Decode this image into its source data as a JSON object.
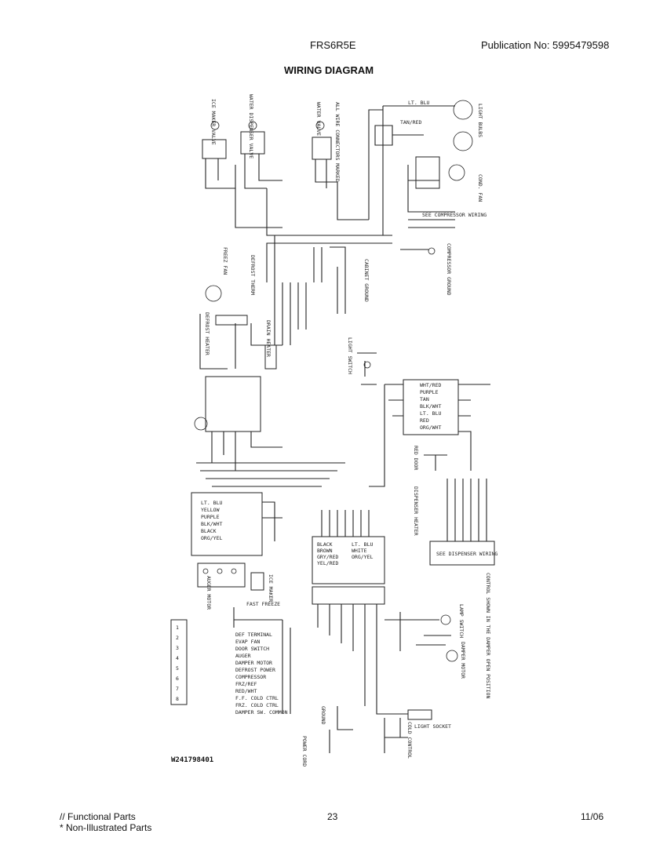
{
  "header": {
    "model": "FRS6R5E",
    "publication": "Publication No:  5995479598",
    "title": "WIRING DIAGRAM"
  },
  "diagram": {
    "drawing_number": "W241798401",
    "labels": {
      "ice_maker_valve": "ICE MAKER VALVE",
      "water_dispenser_valve": "WATER DISPENSER VALVE",
      "water_valve": "WATER VALVE",
      "connectors_note": "ALL WIRE CONNECTORS MARKED",
      "light_blu": "LT. BLU",
      "tan_red": "TAN/RED",
      "light_bulbs": "LIGHT BULBS",
      "cond_fan": "COND. FAN",
      "see_compressor_wiring": "SEE COMPRESSOR WIRING",
      "compressor_ground": "COMPRESSOR GROUND",
      "cabinet_ground": "CABINET GROUND",
      "freezer_fan": "FREEZ FAN",
      "defrost_therm": "DEFROST THERM",
      "drain_heater": "DRAIN HEATER",
      "light_switch": "LIGHT SWITCH",
      "defrost_heater": "DEFROST HEATER",
      "red_door": "RED DOOR",
      "dispenser_heater": "DISPENSER HEATER",
      "see_dispenser_wiring": "SEE DISPENSER WIRING",
      "auger_motor": "AUGER MOTOR",
      "ice_maker": "ICE MAKER",
      "fast_freeze": "FAST FREEZE",
      "lamp_switch": "LAMP SWITCH",
      "damper_motor": "DAMPER MOTOR",
      "damper_note": "CONTROL SHOWN IN THE DAMPER OPEN POSITION",
      "light_socket": "LIGHT SOCKET",
      "cold_control": "COLD CONTROL",
      "power_cord": "POWER CORD",
      "ground": "GROUND"
    },
    "wire_colors_a": [
      "WHT/RED",
      "PURPLE",
      "TAN",
      "BLK/WHT",
      "LT. BLU",
      "RED",
      "ORG/WHT"
    ],
    "wire_colors_b": [
      "LT. BLU",
      "YELLOW",
      "PURPLE",
      "BLK/WHT",
      "BLACK",
      "ORG/YEL"
    ],
    "wire_colors_c": [
      "BLACK",
      "BROWN",
      "GRY/RED",
      "YEL/RED",
      "LT. BLU",
      "WHITE",
      "ORG/YEL"
    ],
    "connector_legend": [
      "DEF TERMINAL",
      "EVAP FAN",
      "DOOR SWITCH",
      "AUGER",
      "DAMPER MOTOR",
      "DEFROST POWER",
      "COMPRESSOR",
      "FRZ/REF",
      "RED/WHT",
      "F.F. COLD CTRL",
      "FRZ. COLD CTRL",
      "DAMPER SW. COMMON"
    ],
    "terminal_numbers": [
      "1",
      "2",
      "3",
      "4",
      "5",
      "6",
      "7",
      "8"
    ]
  },
  "footer": {
    "functional": "// Functional Parts",
    "non_illustrated": "* Non-Illustrated Parts",
    "page": "23",
    "date": "11/06"
  }
}
